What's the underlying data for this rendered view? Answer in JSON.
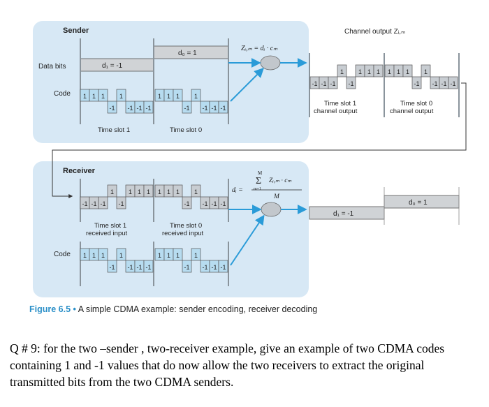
{
  "sender": {
    "title": "Sender",
    "data_bits_label": "Data bits",
    "code_label": "Code",
    "d1_label": "d₁ = -1",
    "d0_label": "d₀ = 1",
    "slot1_label": "Time slot 1",
    "slot0_label": "Time slot 0",
    "encode_formula": "Zᵢ,ₘ = dᵢ · cₘ"
  },
  "channel": {
    "title": "Channel output Zᵢ,ₘ",
    "slot1_label_line1": "Time slot 1",
    "slot1_label_line2": "channel output",
    "slot0_label_line1": "Time slot 0",
    "slot0_label_line2": "channel output"
  },
  "receiver": {
    "title": "Receiver",
    "code_label": "Code",
    "slot1_label_line1": "Time slot 1",
    "slot1_label_line2": "received input",
    "slot0_label_line1": "Time slot 0",
    "slot0_label_line2": "received input",
    "decode_lhs": "dᵢ =",
    "decode_sum_upper": "M",
    "decode_sum_symbol": "Σ",
    "decode_sum_lower": "m=1",
    "decode_numerator": "Zᵢ,ₘ · cₘ",
    "decode_denominator": "M",
    "d1_label": "d₁ = -1",
    "d0_label": "d₀ = 1"
  },
  "code_chips": [
    "1",
    "1",
    "1",
    "-1",
    "1",
    "-1",
    "-1",
    "-1"
  ],
  "channel_chips_slot1": [
    "-1",
    "-1",
    "-1",
    "1",
    "-1",
    "1",
    "1",
    "1"
  ],
  "channel_chips_slot0": [
    "1",
    "1",
    "1",
    "-1",
    "1",
    "-1",
    "-1",
    "-1"
  ],
  "caption": {
    "label": "Figure 6.5",
    "bullet": "•",
    "text": "A simple CDMA example: sender encoding, receiver decoding"
  },
  "question": "Q # 9: for the two –sender , two-receiver example, give an example of two CDMA codes containing 1 and -1 values that do now allow the two receivers to extract the original transmitted bits from the two CDMA senders.",
  "colors": {
    "panel": "#d7e8f5",
    "chip_blue": "#b7dcf0",
    "chip_gray": "#c8cdd2",
    "arrow": "#2a9bd8",
    "caption_label": "#2a8fc8"
  }
}
